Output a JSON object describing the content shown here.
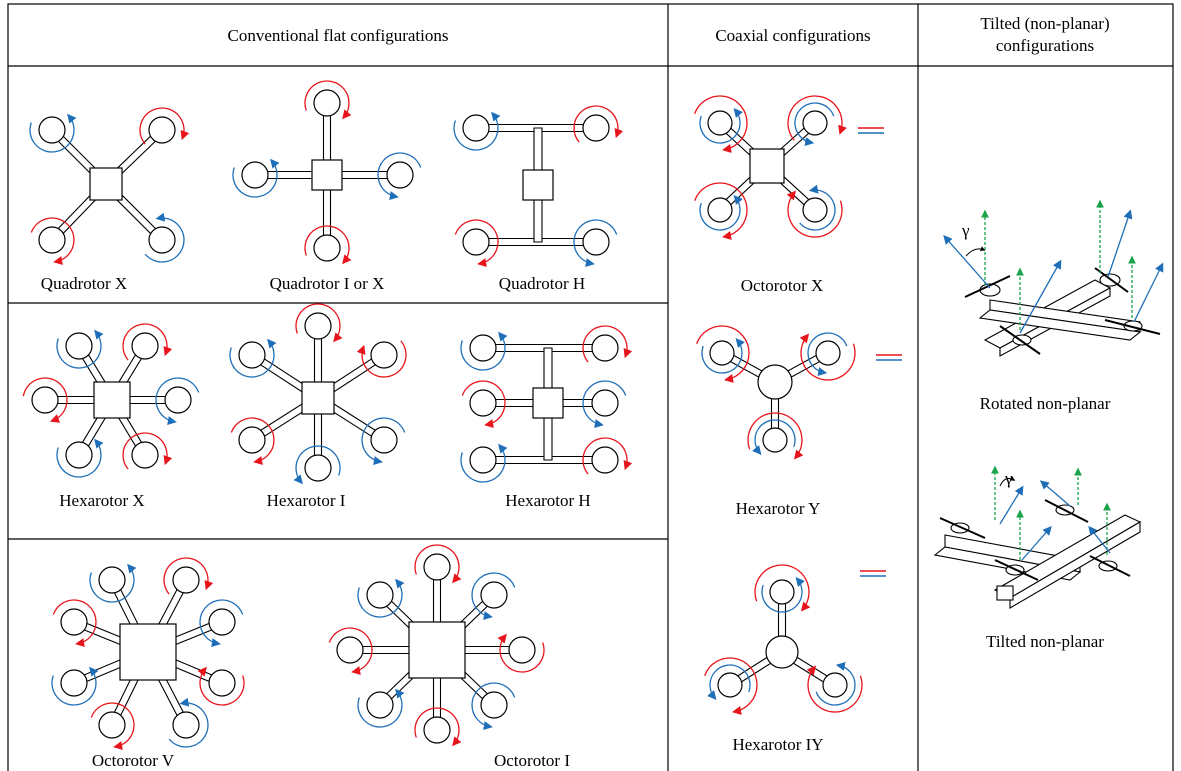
{
  "headers": {
    "flat": "Conventional flat configurations",
    "coaxial": "Coaxial configurations",
    "tilted_line1": "Tilted (non-planar)",
    "tilted_line2": "configurations"
  },
  "labels": {
    "quad_x": "Quadrotor X",
    "quad_i": "Quadrotor I or X",
    "quad_h": "Quadrotor H",
    "hex_x": "Hexarotor X",
    "hex_i": "Hexarotor I",
    "hex_h": "Hexarotor H",
    "octo_v": "Octorotor V",
    "octo_i": "Octorotor I",
    "coax_octo_x": "Octorotor X",
    "coax_hex_y": "Hexarotor Y",
    "coax_hex_iy": "Hexarotor IY",
    "rotated": "Rotated non-planar",
    "tilted": "Tilted non-planar",
    "gamma": "γ"
  },
  "colors": {
    "cw": "#e8141b",
    "ccw": "#1f6fb8",
    "vertical_thrust": "#1aa34a",
    "frame": "#000000"
  }
}
